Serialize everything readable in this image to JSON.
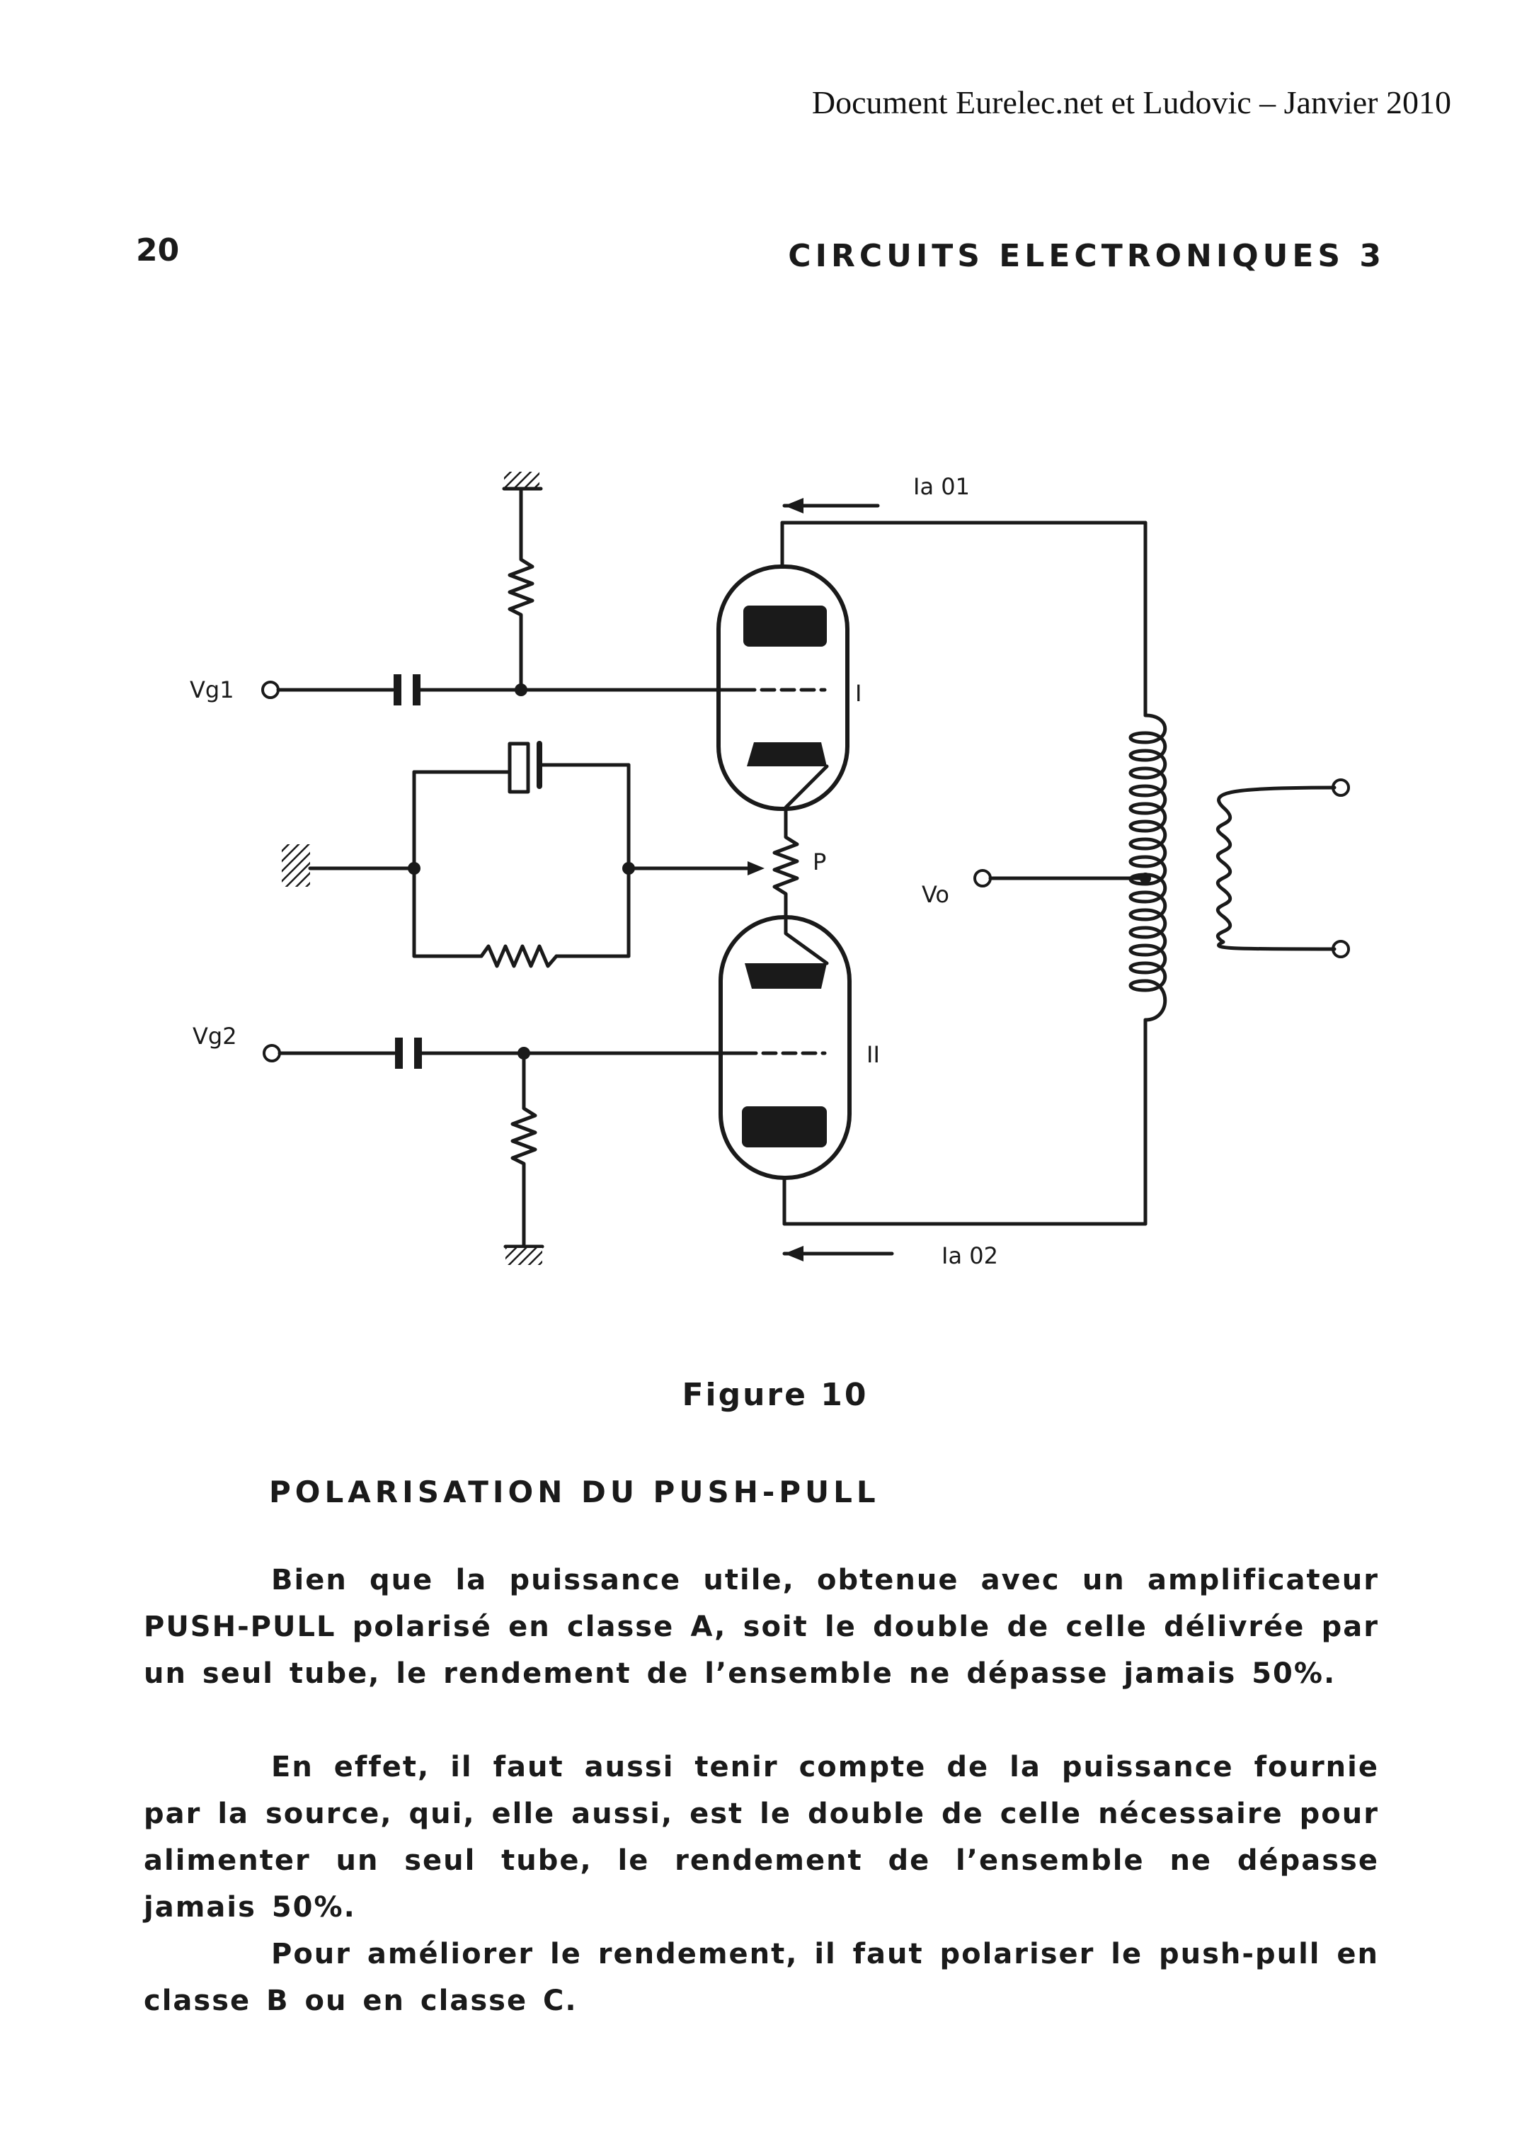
{
  "header": {
    "credit": "Document Eurelec.net et Ludovic – Janvier 2010",
    "page_number": "20",
    "running_title": "CIRCUITS ELECTRONIQUES 3"
  },
  "figure": {
    "labels": {
      "vg1": "Vg1",
      "vg2": "Vg2",
      "vo": "Vo",
      "ia01": "Ia 01",
      "ia02": "Ia 02",
      "tube1": "I",
      "tube2": "II",
      "pot": "P"
    },
    "caption": "Figure 10"
  },
  "section": {
    "heading": "POLARISATION DU PUSH-PULL",
    "paragraphs": [
      "Bien que la puissance utile, obtenue avec un amplificateur PUSH-PULL polarisé en classe A, soit le double de celle délivrée par un seul tube, le rendement de l’ensemble ne dépasse jamais 50%.",
      "En effet, il faut aussi tenir compte de la puissance fournie par la source, qui, elle aussi, est le double de celle nécessaire pour alimenter un seul tube, le rendement de l’ensemble ne dépasse jamais 50%.",
      "Pour améliorer le rendement, il faut polariser le push-pull en classe B ou en classe C."
    ]
  }
}
